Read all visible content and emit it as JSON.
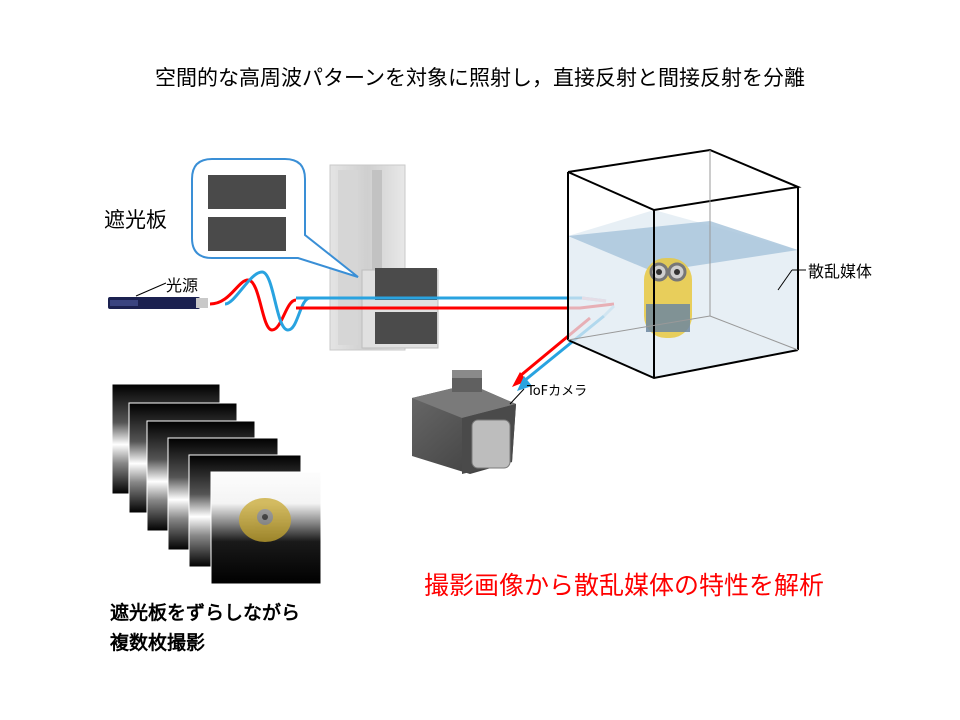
{
  "title": "空間的な高周波パターンを対象に照射し，直接反射と間接反射を分離",
  "labels": {
    "shield": "遮光板",
    "light_source": "光源",
    "scattering_medium": "散乱媒体",
    "tof_camera": "ToFカメラ"
  },
  "analysis_text": "撮影画像から散乱媒体の特性を解析",
  "procedure_lines": [
    "遮光板をずらしながら",
    "複数枚撮影"
  ],
  "colors": {
    "beam_blue": "#29a3e0",
    "beam_red": "#ff0000",
    "analysis_text": "#ff0000",
    "callout_border": "#3a8fd6",
    "water": "#a9c6dc"
  },
  "icons": [
    "laser-pointer-icon",
    "tof-camera-icon",
    "minion-figure-icon",
    "shield-plate-icon"
  ]
}
